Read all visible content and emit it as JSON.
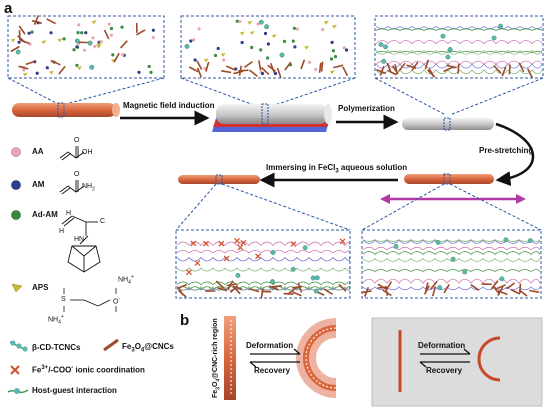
{
  "panels": {
    "a": "a",
    "b": "b"
  },
  "steps": {
    "magnetic": "Magnetic field induction",
    "polymerization": "Polymerization",
    "prestretching": "Pre-stretching",
    "immersing_prefix": "Immersing in FeCl",
    "immersing_sub": "3",
    "immersing_suffix": " aqueous solution"
  },
  "legend": {
    "aa": "AA",
    "am": "AM",
    "adam": "Ad-AM",
    "aps": "APS",
    "cd": "β-CD-TCNCs",
    "fe3o4": "Fe3O4@CNCs",
    "fe3o4_main": "Fe",
    "fe3o4_sub1": "3",
    "fe3o4_mid": "O",
    "fe3o4_sub2": "4",
    "fe3o4_tail": "@CNCs",
    "ionic_a": "Fe",
    "ionic_sup": "3+",
    "ionic_b": "/-COO",
    "ionic_sup2": "-",
    "ionic_c": " ionic coordination",
    "hostguest": "Host-guest interaction"
  },
  "chem": {
    "oh": "OH",
    "nh2": "NH",
    "nh2_sub": "2",
    "o1": "O",
    "o2": "O",
    "h": "H",
    "c": "C",
    "hn": "HN",
    "ch": "H",
    "nh4a": "NH",
    "nh4a_sub": "4",
    "nh4a_sup": "+",
    "nh4b": "NH",
    "nh4b_sub": "4",
    "nh4b_sup": "+",
    "s": "S",
    "o_minus": "O",
    "o_minus_sup": "-"
  },
  "panel_b": {
    "region_label_a": "Fe",
    "region_label_sub1": "3",
    "region_label_b": "O",
    "region_label_sub2": "4",
    "region_label_c": "@CNC-rich region",
    "deformation": "Deformation",
    "recovery": "Recovery",
    "deformation2": "Deformation",
    "recovery2": "Recovery"
  },
  "colors": {
    "inset_border": "#2b57a6",
    "rod": "#d9673f",
    "aa": "#e9a7b5",
    "am": "#2f3d8f",
    "adam": "#3a8a3d",
    "aps": "#c9b83a",
    "cnc": "#9c4a2a",
    "cross": "#d2502a",
    "arrow": "#111111",
    "prestretch_arrow": "#b23aa8"
  }
}
